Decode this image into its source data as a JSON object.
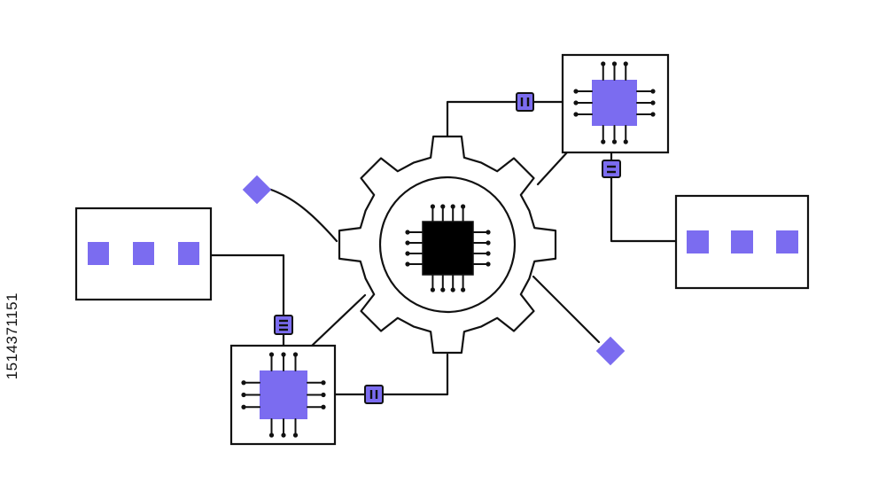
{
  "colors": {
    "accent": "#7b6cf0",
    "line": "#111111",
    "core_chip": "#000000",
    "background": "#ffffff"
  },
  "diagram": {
    "central": {
      "name": "gear-with-processor",
      "icon": "gear-icon"
    },
    "satellites": [
      {
        "name": "chip-top-right",
        "icon": "chip-icon"
      },
      {
        "name": "chip-bottom-left",
        "icon": "chip-icon"
      },
      {
        "name": "panel-left",
        "icon": "three-squares-panel"
      },
      {
        "name": "panel-right",
        "icon": "three-squares-panel"
      },
      {
        "name": "diamond-left",
        "icon": "diamond-icon"
      },
      {
        "name": "diamond-right",
        "icon": "diamond-icon"
      }
    ]
  },
  "watermark": {
    "stock_id": "1514371151"
  }
}
